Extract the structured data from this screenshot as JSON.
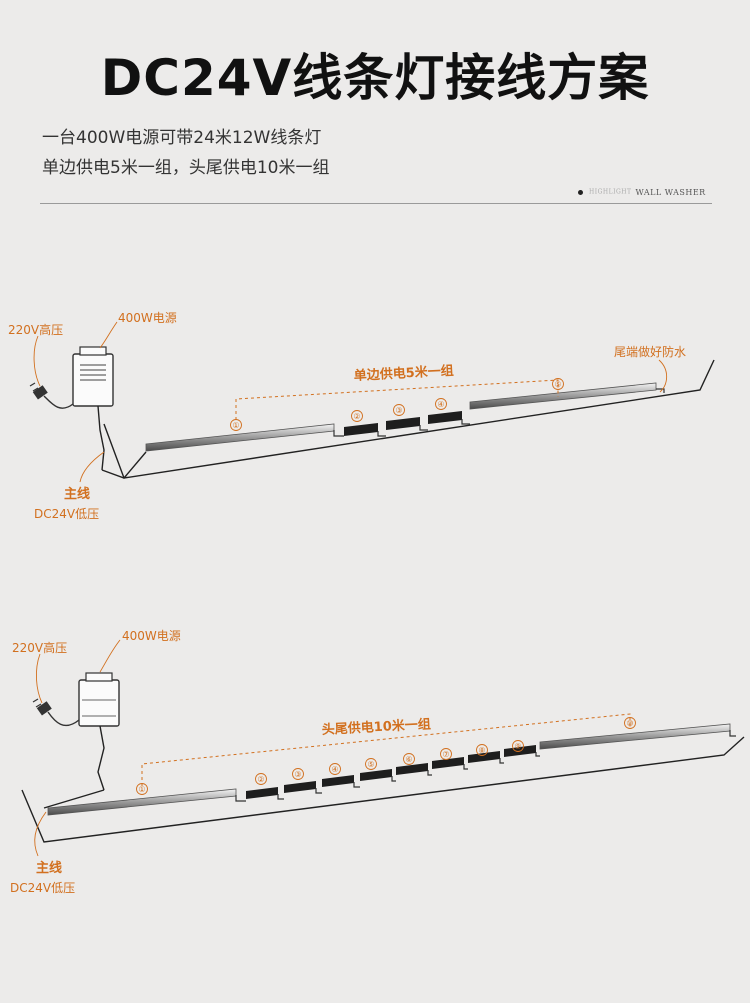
{
  "header": {
    "title": "DC24V线条灯接线方案",
    "line1": "一台400W电源可带24米12W线条灯",
    "line2": "单边供电5米一组，头尾供电10米一组",
    "tag_highlight": "HIGHLIGHT",
    "tag_brand": "WALL WASHER"
  },
  "diagram1": {
    "high_voltage": "220V高压",
    "power_supply": "400W电源",
    "group_label": "单边供电5米一组",
    "waterproof": "尾端做好防水",
    "main_line": "主线",
    "low_voltage": "DC24V低压",
    "numbers": [
      "①",
      "②",
      "③",
      "④",
      "⑤"
    ]
  },
  "diagram2": {
    "high_voltage": "220V高压",
    "power_supply": "400W电源",
    "group_label": "头尾供电10米一组",
    "main_line": "主线",
    "low_voltage": "DC24V低压",
    "numbers": [
      "①",
      "②",
      "③",
      "④",
      "⑤",
      "⑥",
      "⑦",
      "⑧",
      "⑨",
      "⑩"
    ]
  },
  "colors": {
    "accent": "#d2701f",
    "background": "#ecebea"
  }
}
